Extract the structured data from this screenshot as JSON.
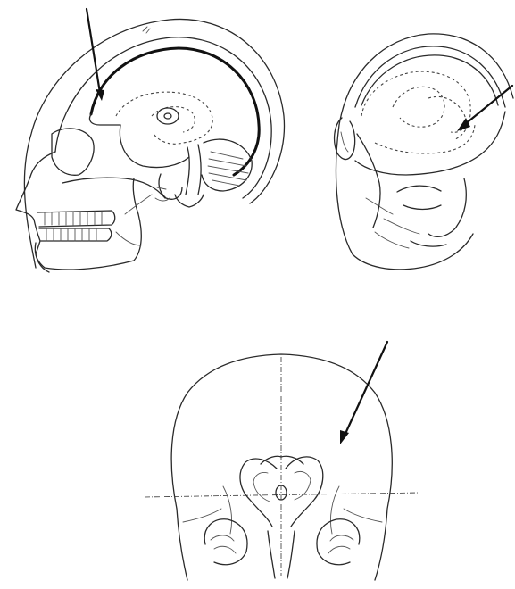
{
  "figure": {
    "panels": [
      {
        "id": "lateral-view",
        "has_arrow": true
      },
      {
        "id": "oblique-view",
        "has_arrow": true
      },
      {
        "id": "coronal-view",
        "has_arrow": true
      }
    ],
    "colors": {
      "ink": "#2a2a2a",
      "background": "#ffffff"
    }
  }
}
